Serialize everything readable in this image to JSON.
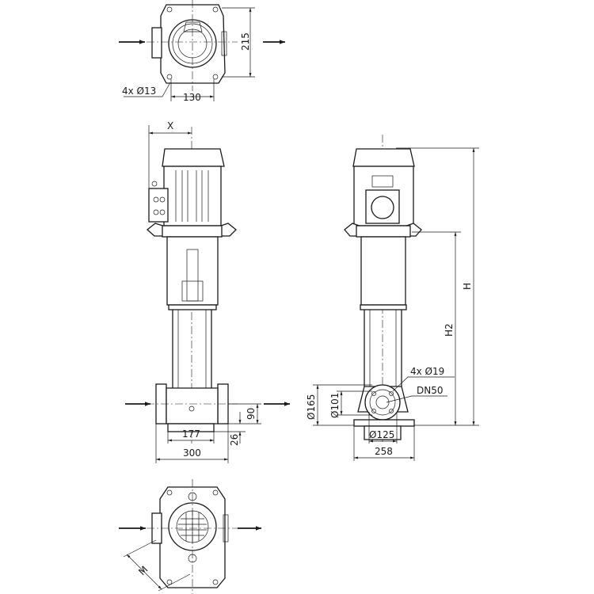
{
  "labels": {
    "top_height": "215",
    "top_width": "130",
    "top_holes": "4x Ø13",
    "x_dim": "X",
    "height_total": "H",
    "height_h2": "H2",
    "flange_holes": "4x Ø19",
    "nominal_diameter": "DN50",
    "flange_outer": "Ø165",
    "flange_inner": "Ø101",
    "bolt_circle": "Ø125",
    "base_width_side": "258",
    "foot_spacing": "177",
    "flange_length": "300",
    "flange_height": "90",
    "foot_height": "26",
    "m_dim": "M"
  }
}
